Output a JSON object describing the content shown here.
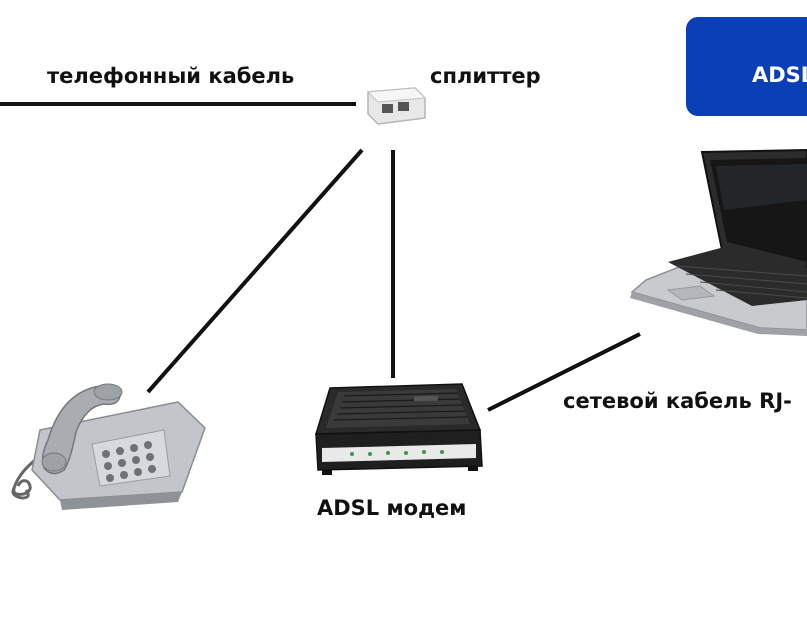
{
  "labels": {
    "phone_cable": "телефонный кабель",
    "splitter": "сплиттер",
    "modem": "ADSL модем",
    "network_cable": "сетевой кабель RJ-"
  },
  "banner": {
    "text": "ADSL"
  },
  "colors": {
    "line": "#111111",
    "banner_bg": "#0a3fb8",
    "banner_text": "#ffffff",
    "device_dark": "#1b1b1b",
    "phone_silver": "#b9bcc0"
  },
  "icons": [
    "splitter-icon",
    "telephone-icon",
    "adsl-modem-icon",
    "laptop-icon"
  ]
}
